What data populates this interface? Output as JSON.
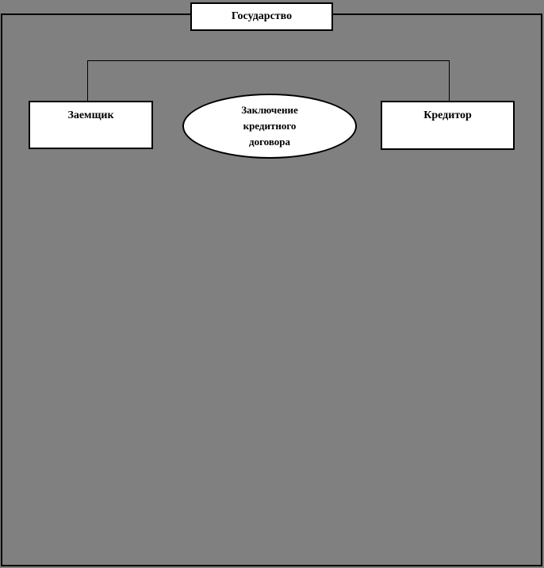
{
  "colors": {
    "background": "#808080",
    "node_fill": "#ffffff",
    "border": "#000000"
  },
  "diagram": {
    "nodes": {
      "state": {
        "label": "Государство"
      },
      "borrower": {
        "label": "Заемщик"
      },
      "contract": {
        "line1": "Заключение",
        "line2": "кредитного",
        "line3": "договора"
      },
      "creditor": {
        "label": "Кредитор"
      }
    }
  }
}
